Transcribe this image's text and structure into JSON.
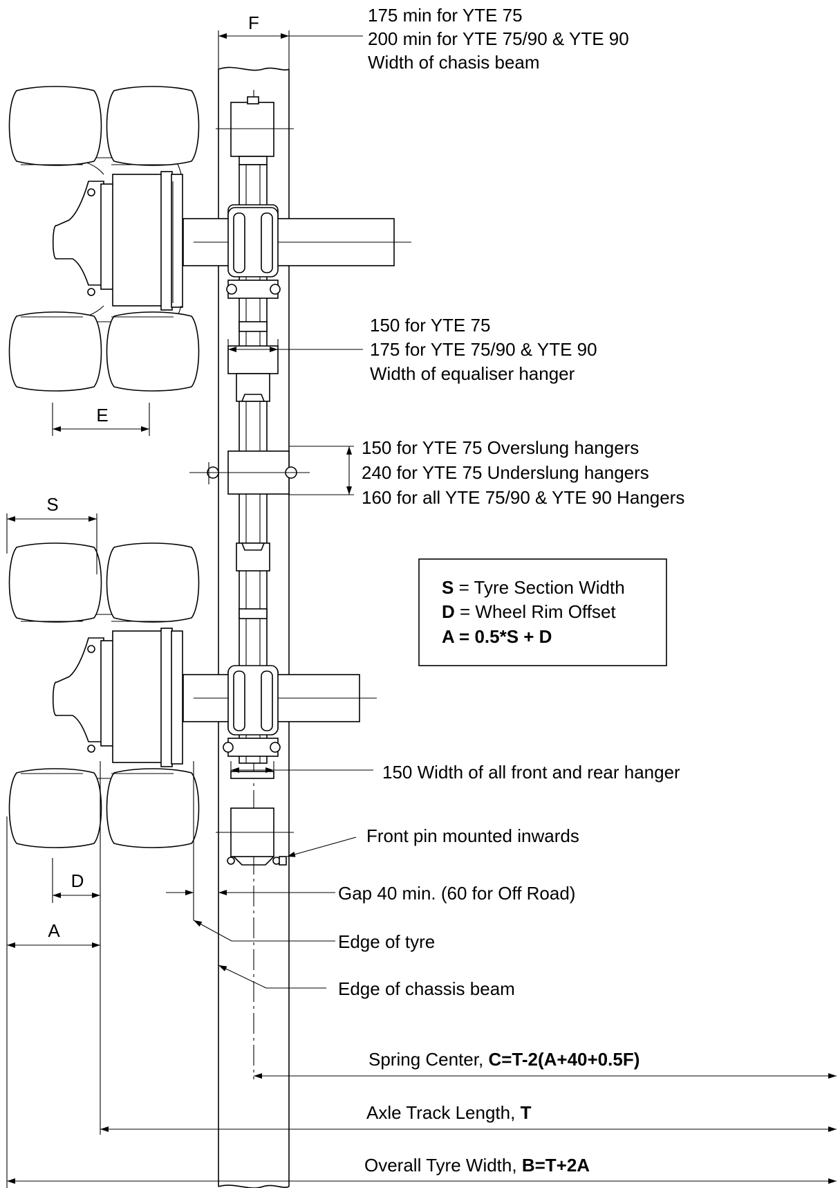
{
  "dim": {
    "F": "F",
    "E": "E",
    "S": "S",
    "D": "D",
    "A": "A"
  },
  "chassis_width_note": {
    "line1": "175 min for YTE 75",
    "line2": "200 min for YTE 75/90 & YTE 90",
    "line3": "Width of chasis beam"
  },
  "equaliser_note": {
    "line1": "150 for YTE 75",
    "line2": "175 for YTE 75/90 & YTE 90",
    "line3": "Width of equaliser hanger"
  },
  "hanger_note": {
    "line1": "150 for YTE 75 Overslung hangers",
    "line2": "240 for YTE 75 Underslung hangers",
    "line3": "160 for all YTE 75/90 & YTE 90 Hangers"
  },
  "legend": {
    "s_key": "S",
    "s_text": " = Tyre Section Width",
    "d_key": "D",
    "d_text": " = Wheel Rim Offset",
    "a_formula": "A = 0.5*S + D"
  },
  "front_rear_hanger_note": "150 Width of all front and rear hanger",
  "front_pin_note": "Front pin mounted inwards",
  "gap_note": "Gap 40 min. (60 for Off Road)",
  "tyre_edge_note": "Edge of tyre",
  "chassis_edge_note": "Edge of chassis beam",
  "spring_center": {
    "label": "Spring Center, ",
    "formula": "C=T-2(A+40+0.5F)"
  },
  "axle_track": {
    "label": "Axle Track Length, ",
    "formula": "T"
  },
  "overall_width": {
    "label": "Overall Tyre Width, ",
    "formula": "B=T+2A"
  }
}
